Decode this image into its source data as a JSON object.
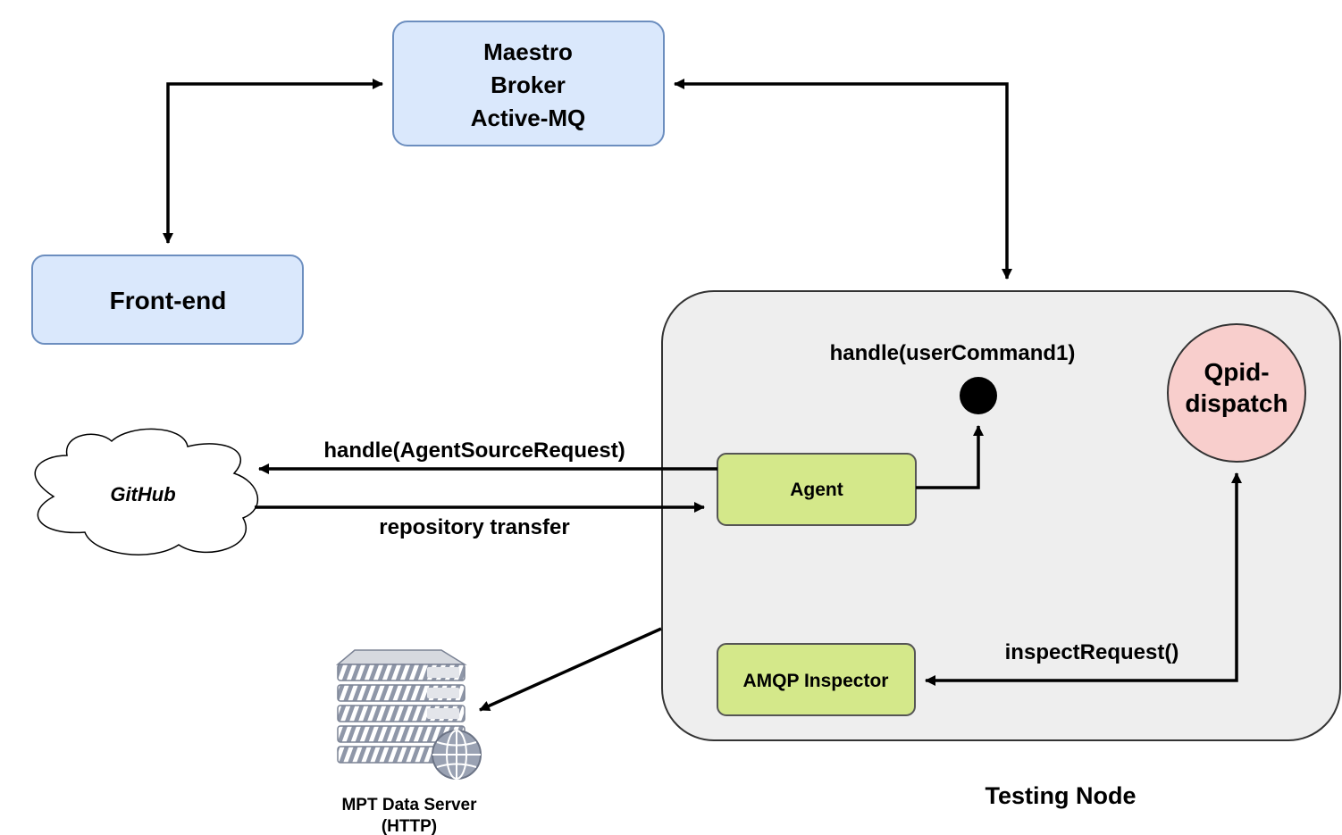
{
  "diagram": {
    "broker": {
      "lines": [
        "Maestro",
        "Broker",
        "Active-MQ"
      ]
    },
    "frontend": {
      "label": "Front-end"
    },
    "testing_node": {
      "label": "Testing Node"
    },
    "agent": {
      "label": "Agent"
    },
    "amqp_inspector": {
      "label": "AMQP Inspector"
    },
    "qpid_dispatch": {
      "lines": [
        "Qpid-",
        "dispatch"
      ]
    },
    "github": {
      "label": "GitHub"
    },
    "data_server": {
      "lines": [
        "MPT Data Server",
        "(HTTP)"
      ]
    },
    "edges": {
      "handle_user_command": "handle(userCommand1)",
      "handle_agent_source": "handle(AgentSourceRequest)",
      "repository_transfer": "repository transfer",
      "inspect_request": "inspectRequest()"
    },
    "colors": {
      "blue_fill": "#dae8fc",
      "blue_stroke": "#6c8ebf",
      "green_fill": "#d4e88a",
      "green_stroke": "#555555",
      "node_fill": "#eeeeee",
      "node_stroke": "#333333",
      "qpid_fill": "#f8cecc",
      "qpid_stroke": "#333333"
    }
  }
}
